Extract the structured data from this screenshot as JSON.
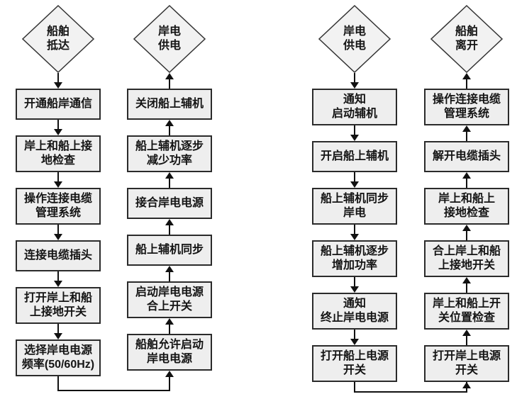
{
  "colors": {
    "background": "#ffffff",
    "box_fill": "#eeeeee",
    "diamond_fill": "#f2f2f2",
    "box_border": "#2b2b2b",
    "arrow": "#111111",
    "text": "#141414"
  },
  "flowcharts": [
    {
      "name": "shore-power-connection",
      "start": "船舶\n抵达",
      "end": "岸电\n供电",
      "down_column": [
        "开通船岸通信",
        "岸上和船上接\n地检查",
        "操作连接电缆\n管理系统",
        "连接电缆插头",
        "打开岸上和船\n上接地开关",
        "选择岸电电源\n频率(50/60Hz)"
      ],
      "up_column": [
        "关闭船上辅机",
        "船上辅机逐步\n减少功率",
        "接合岸电电源",
        "船上辅机同步",
        "启动岸电电源\n合上开关",
        "船舶允许启动\n岸电电源"
      ]
    },
    {
      "name": "shore-power-disconnection",
      "start": "岸电\n供电",
      "end": "船舶\n离开",
      "down_column": [
        "通知\n启动辅机",
        "开启船上辅机",
        "船上辅机同步\n岸电",
        "船上辅机逐步\n增加功率",
        "通知\n终止岸电电源",
        "打开船上电源\n开关"
      ],
      "up_column": [
        "操作连接电缆\n管理系统",
        "解开电缆插头",
        "岸上和船上\n接地检查",
        "合上岸上和船\n上接地开关",
        "岸上和船上开\n关位置检查",
        "打开岸上电源\n开关"
      ]
    }
  ]
}
